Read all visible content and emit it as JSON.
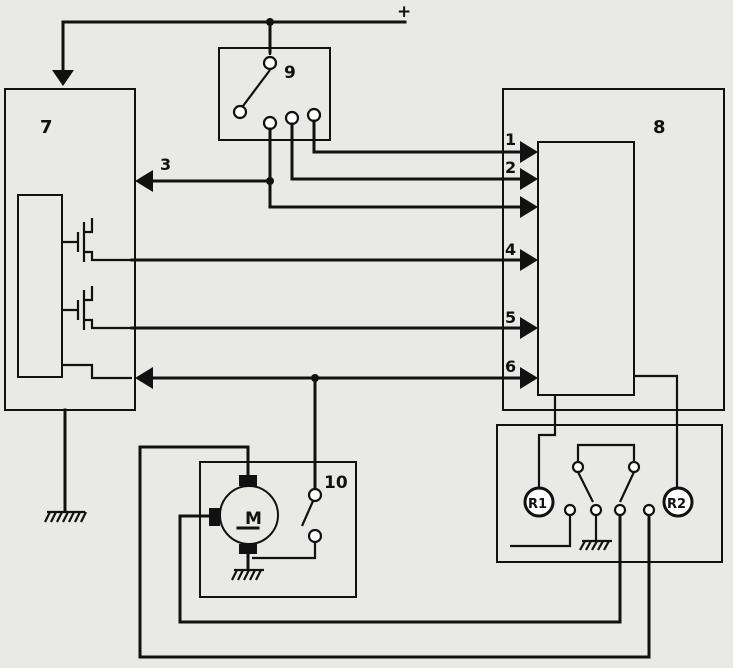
{
  "supply": {
    "symbol": "+"
  },
  "blocks": {
    "block_7": "7",
    "block_8": "8",
    "block_9": "9",
    "block_10": "10"
  },
  "wires": {
    "w1": "1",
    "w2": "2",
    "w3": "3",
    "w4": "4",
    "w5": "5",
    "w6": "6"
  },
  "components": {
    "motor": "M",
    "resistor_1": "R1",
    "resistor_2": "R2"
  }
}
